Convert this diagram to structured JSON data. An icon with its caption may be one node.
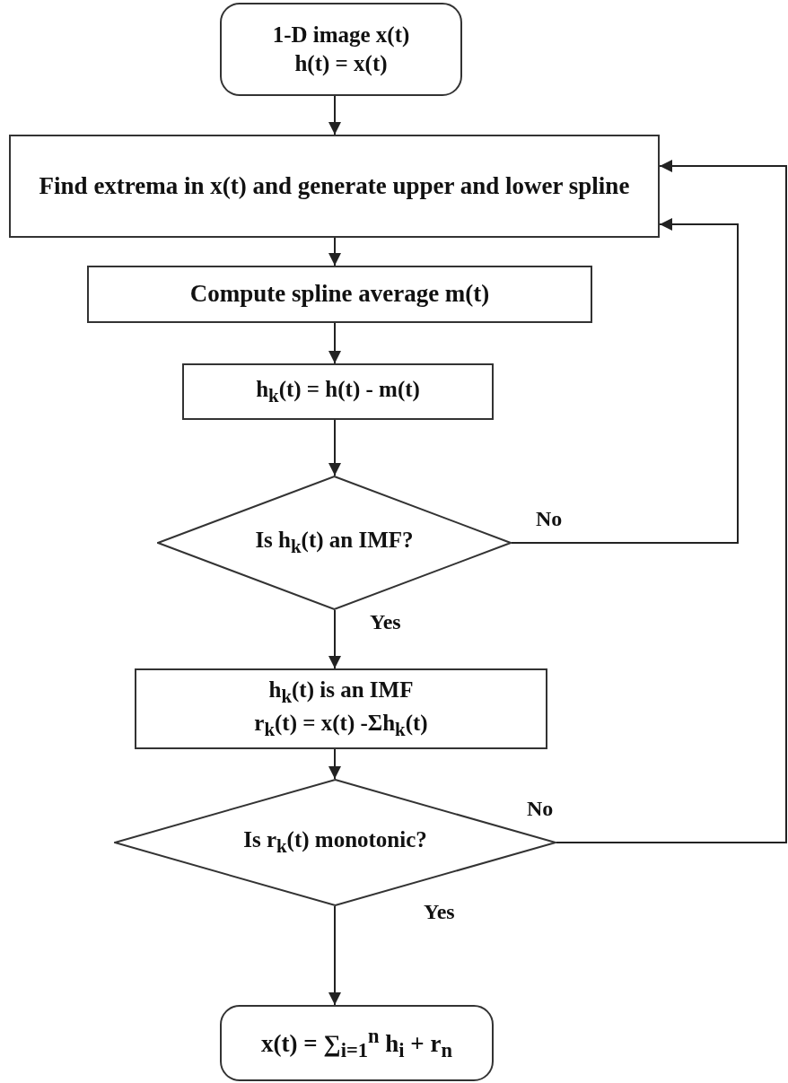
{
  "diagram": {
    "nodes": [
      {
        "text": [
          "1-D image x(t)",
          "h(t) = x(t)"
        ]
      },
      {
        "text": [
          "Find extrema in x(t) and generate upper and lower spline"
        ]
      },
      {
        "text": [
          "Compute spline average m(t)"
        ]
      },
      {
        "text": [
          "h$_{k}$(t) = h(t) - m(t)"
        ]
      },
      {
        "text": [
          "Is h$_{k}$(t) an IMF?"
        ]
      },
      {
        "text": [
          "h$_{k}$(t) is an IMF",
          "r$_{k}$(t) = x(t) -Σh$_{k}$(t)"
        ]
      },
      {
        "text": [
          "Is r$_{k}$(t) monotonic?"
        ]
      },
      {
        "text": [
          "x(t) = ∑$_{i=1}$$^{n}$ h$_{i}$ + r$_{n}$"
        ]
      }
    ],
    "edges": [
      {
        "from": 0,
        "to": 1,
        "arrow": "to"
      },
      {
        "from": 1,
        "to": 2,
        "arrow": "to"
      },
      {
        "from": 2,
        "to": 3,
        "arrow": "to"
      },
      {
        "from": 3,
        "to": 4,
        "arrow": "to"
      },
      {
        "from": 4,
        "to": 5,
        "arrow": "to",
        "label": "Yes"
      },
      {
        "from": 5,
        "to": 6,
        "arrow": "to"
      },
      {
        "from": 6,
        "to": 7,
        "arrow": "to",
        "label": "Yes"
      },
      {
        "from": 4,
        "to": 1,
        "arrow": "to",
        "label": "No"
      },
      {
        "from": 6,
        "to": 1,
        "arrow": "to",
        "label": "No"
      }
    ]
  }
}
